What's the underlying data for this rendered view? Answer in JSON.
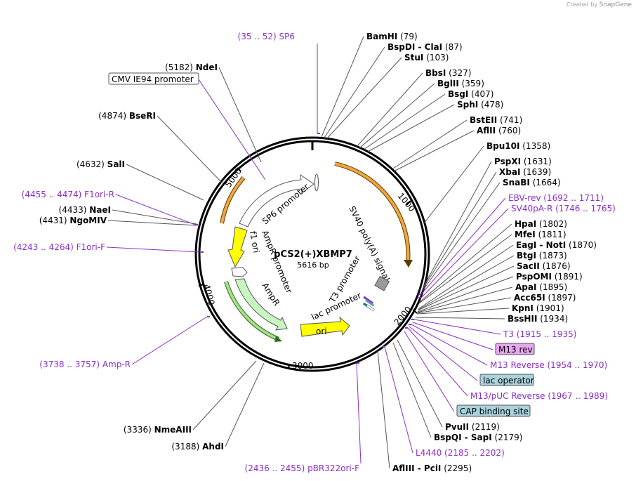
{
  "credit": {
    "prefix": "Created by",
    "brand": "SnapGene"
  },
  "plasmid": {
    "name": "pCS2(+)XBMP7",
    "length_label": "5616 bp",
    "length": 5616
  },
  "ticks": [
    "1000",
    "2000",
    "3000",
    "4000",
    "5000"
  ],
  "map_features": [
    {
      "name": "SP6 promoter"
    },
    {
      "name": "SV40 poly(A) signal"
    },
    {
      "name": "f1 ori"
    },
    {
      "name": "AmpR promoter"
    },
    {
      "name": "AmpR"
    },
    {
      "name": "T3 promoter"
    },
    {
      "name": "lac promoter"
    },
    {
      "name": "ori"
    }
  ],
  "labels": [
    {
      "id": "SP6",
      "kind": "feat",
      "pos": "(35 .. 52)",
      "name": "SP6"
    },
    {
      "id": "BamHI",
      "kind": "enz",
      "name": "BamHI",
      "pos": "(79)"
    },
    {
      "id": "BspDI",
      "kind": "enz",
      "name": "BspDI - ClaI",
      "pos": "(87)"
    },
    {
      "id": "StuI",
      "kind": "enz",
      "name": "StuI",
      "pos": "(103)"
    },
    {
      "id": "BbsI",
      "kind": "enz",
      "name": "BbsI",
      "pos": "(327)"
    },
    {
      "id": "BglII",
      "kind": "enz",
      "name": "BglII",
      "pos": "(359)"
    },
    {
      "id": "BsgI",
      "kind": "enz",
      "name": "BsgI",
      "pos": "(407)"
    },
    {
      "id": "SphI",
      "kind": "enz",
      "name": "SphI",
      "pos": "(478)"
    },
    {
      "id": "BstEII",
      "kind": "enz",
      "name": "BstEII",
      "pos": "(741)"
    },
    {
      "id": "AflII",
      "kind": "enz",
      "name": "AflII",
      "pos": "(760)"
    },
    {
      "id": "Bpu10I",
      "kind": "enz",
      "name": "Bpu10I",
      "pos": "(1358)"
    },
    {
      "id": "PspXI",
      "kind": "enz",
      "name": "PspXI",
      "pos": "(1631)"
    },
    {
      "id": "XbaI",
      "kind": "enz",
      "name": "XbaI",
      "pos": "(1639)"
    },
    {
      "id": "SnaBI",
      "kind": "enz",
      "name": "SnaBI",
      "pos": "(1664)"
    },
    {
      "id": "EBVrev",
      "kind": "feat",
      "name": "EBV-rev",
      "pos": "(1692 .. 1711)"
    },
    {
      "id": "SV40pAR",
      "kind": "feat",
      "name": "SV40pA-R",
      "pos": "(1746 .. 1765)"
    },
    {
      "id": "HpaI",
      "kind": "enz",
      "name": "HpaI",
      "pos": "(1802)"
    },
    {
      "id": "MfeI",
      "kind": "enz",
      "name": "MfeI",
      "pos": "(1811)"
    },
    {
      "id": "EagI",
      "kind": "enz",
      "name": "EagI - NotI",
      "pos": "(1870)"
    },
    {
      "id": "BtgI",
      "kind": "enz",
      "name": "BtgI",
      "pos": "(1873)"
    },
    {
      "id": "SacII",
      "kind": "enz",
      "name": "SacII",
      "pos": "(1876)"
    },
    {
      "id": "PspOMI",
      "kind": "enz",
      "name": "PspOMI",
      "pos": "(1891)"
    },
    {
      "id": "ApaI",
      "kind": "enz",
      "name": "ApaI",
      "pos": "(1895)"
    },
    {
      "id": "Acc65I",
      "kind": "enz",
      "name": "Acc65I",
      "pos": "(1897)"
    },
    {
      "id": "KpnI",
      "kind": "enz",
      "name": "KpnI",
      "pos": "(1901)"
    },
    {
      "id": "BssHII",
      "kind": "enz",
      "name": "BssHII",
      "pos": "(1934)"
    },
    {
      "id": "T3",
      "kind": "feat",
      "name": "T3",
      "pos": "(1915 .. 1935)"
    },
    {
      "id": "M13rev",
      "kind": "box",
      "name": "M13 rev",
      "fill": "#e8a6f0"
    },
    {
      "id": "M13Reverse",
      "kind": "feat",
      "name": "M13 Reverse",
      "pos": "(1954 .. 1970)"
    },
    {
      "id": "lacop",
      "kind": "box",
      "name": "lac operator",
      "fill": "#a9d2dc"
    },
    {
      "id": "M13pUC",
      "kind": "feat",
      "name": "M13/pUC Reverse",
      "pos": "(1967 .. 1989)"
    },
    {
      "id": "CAP",
      "kind": "box",
      "name": "CAP binding site",
      "fill": "#a9d2dc"
    },
    {
      "id": "PvuII",
      "kind": "enz",
      "name": "PvuII",
      "pos": "(2119)"
    },
    {
      "id": "BspQI",
      "kind": "enz",
      "name": "BspQI - SapI",
      "pos": "(2179)"
    },
    {
      "id": "L4440",
      "kind": "feat",
      "name": "L4440",
      "pos": "(2185 .. 2202)"
    },
    {
      "id": "AflIII",
      "kind": "enz",
      "name": "AflIII - PciI",
      "pos": "(2295)"
    },
    {
      "id": "pBR322",
      "kind": "featL",
      "name": "pBR322ori-F",
      "pos": "(2436 .. 2455)"
    },
    {
      "id": "AhdI",
      "kind": "enzL",
      "name": "AhdI",
      "pos": "(3188)"
    },
    {
      "id": "NmeAIII",
      "kind": "enzL",
      "name": "NmeAIII",
      "pos": "(3336)"
    },
    {
      "id": "AmpR-primer",
      "kind": "featL",
      "name": "Amp-R",
      "pos": "(3738 .. 3757)"
    },
    {
      "id": "F1oriF",
      "kind": "featL",
      "name": "F1ori-F",
      "pos": "(4243 .. 4264)"
    },
    {
      "id": "NgoMIV",
      "kind": "enzL",
      "name": "NgoMIV",
      "pos": "(4431)"
    },
    {
      "id": "NaeI",
      "kind": "enzL",
      "name": "NaeI",
      "pos": "(4433)"
    },
    {
      "id": "F1oriR",
      "kind": "featL",
      "name": "F1ori-R",
      "pos": "(4455 .. 4474)"
    },
    {
      "id": "SalI",
      "kind": "enzL",
      "name": "SalI",
      "pos": "(4632)"
    },
    {
      "id": "BseRI",
      "kind": "enzL",
      "name": "BseRI",
      "pos": "(4874)"
    },
    {
      "id": "CMV",
      "kind": "boxL",
      "name": "CMV IE94 promoter",
      "fill": "#ffffff"
    },
    {
      "id": "NdeI",
      "kind": "enzL",
      "name": "NdeI",
      "pos": "(5182)"
    }
  ]
}
